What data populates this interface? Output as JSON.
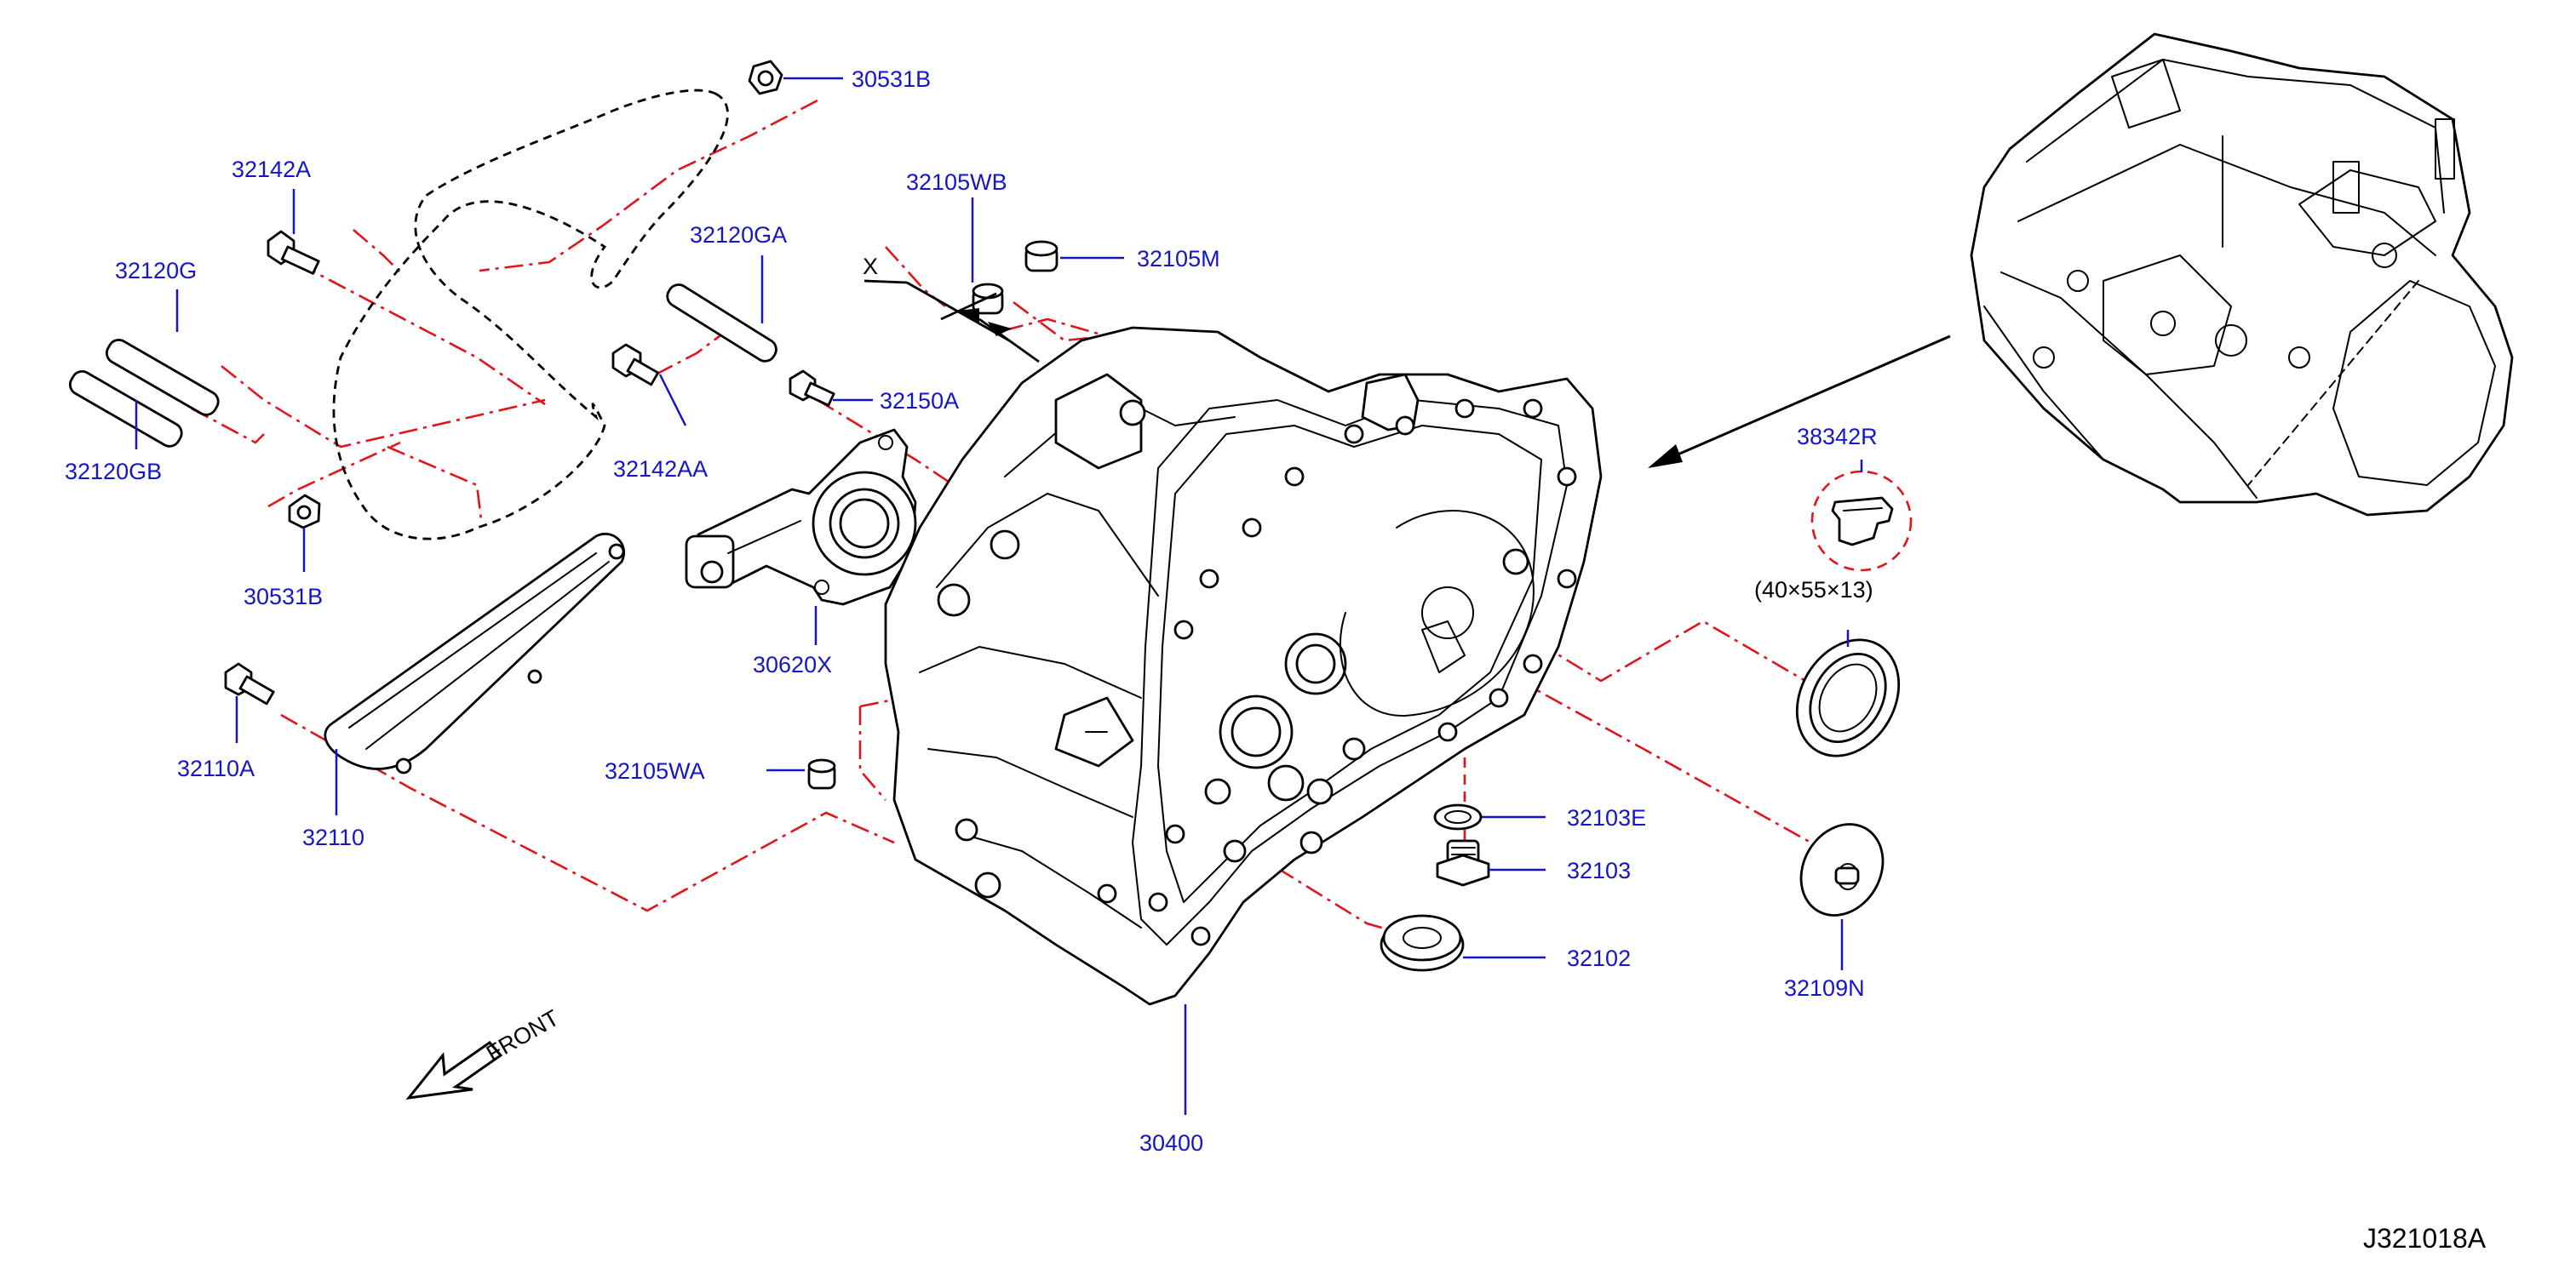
{
  "diagram_code": "J321018A",
  "front_label": "FRONT",
  "view_marker": "X",
  "colors": {
    "label": "#1515c8",
    "leader": "#1515c8",
    "guide_line": "#e0141c",
    "outline": "#000000"
  },
  "parts": {
    "p30531B_top": "30531B",
    "p32142A": "32142A",
    "p32120G": "32120G",
    "p32120GB": "32120GB",
    "p30531B_bottom": "30531B",
    "p32120GA": "32120GA",
    "p32142AA": "32142AA",
    "p32105WB": "32105WB",
    "p32105M": "32105M",
    "p32150A": "32150A",
    "p30620X": "30620X",
    "p32110A": "32110A",
    "p32110": "32110",
    "p32105WA": "32105WA",
    "p38342R": "38342R",
    "p38342R_size": "(40×55×13)",
    "p32103E": "32103E",
    "p32103": "32103",
    "p32102": "32102",
    "p32109N": "32109N",
    "p30400": "30400"
  }
}
